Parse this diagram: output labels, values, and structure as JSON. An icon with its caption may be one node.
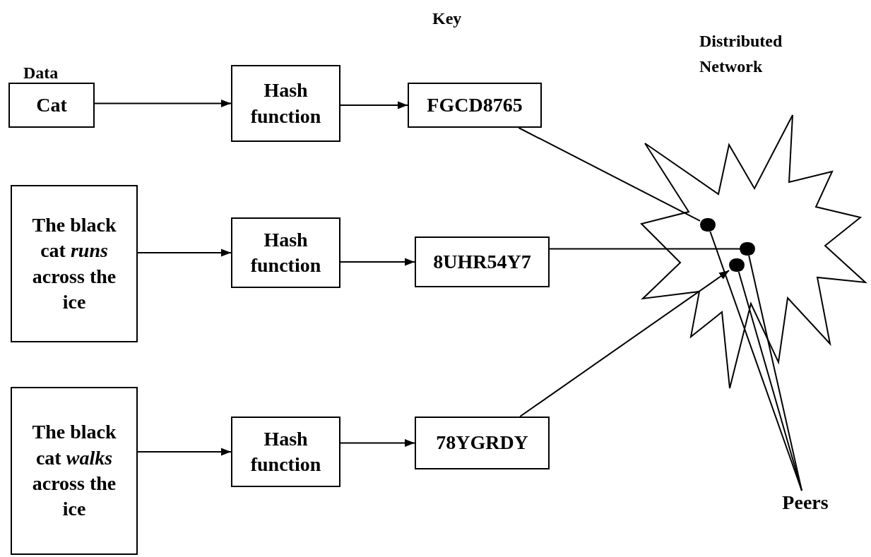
{
  "diagram": {
    "nodes": [
      {
        "text": [
          "Cat"
        ]
      },
      {
        "text": [
          "Hash function"
        ]
      },
      {
        "text": [
          "FGCD8765"
        ]
      },
      {
        "text": [
          "The black cat *runs* across the ice"
        ]
      },
      {
        "text": [
          "Hash function"
        ]
      },
      {
        "text": [
          "8UHR54Y7"
        ]
      },
      {
        "text": [
          "The black cat *walks* across the ice"
        ]
      },
      {
        "text": [
          "Hash function"
        ]
      },
      {
        "text": [
          "78YGRDY"
        ]
      },
      {
        "text": [
          "Distributed Network"
        ]
      },
      {
        "text": [],
        "shape": "circle",
        "in": 9
      },
      {
        "text": [],
        "shape": "circle",
        "in": 9
      },
      {
        "text": [],
        "shape": "circle",
        "in": 9
      },
      {
        "text": [
          "Peers"
        ]
      }
    ],
    "edges": [
      {
        "from": 0,
        "to": 1,
        "arrow": "to"
      },
      {
        "from": 1,
        "to": 2,
        "arrow": "to"
      },
      {
        "from": 3,
        "to": 4,
        "arrow": "to"
      },
      {
        "from": 4,
        "to": 5,
        "arrow": "to"
      },
      {
        "from": 6,
        "to": 7,
        "arrow": "to"
      },
      {
        "from": 7,
        "to": 8,
        "arrow": "to"
      },
      {
        "from": 2,
        "to": 10,
        "arrow": "none"
      },
      {
        "from": 5,
        "to": 11,
        "arrow": "none"
      },
      {
        "from": 8,
        "to": 12,
        "arrow": "to"
      },
      {
        "from": 13,
        "to": 10,
        "arrow": "none"
      },
      {
        "from": 13,
        "to": 11,
        "arrow": "none"
      },
      {
        "from": 13,
        "to": 12,
        "arrow": "none"
      }
    ],
    "labels": [
      "Data",
      "Key"
    ]
  }
}
